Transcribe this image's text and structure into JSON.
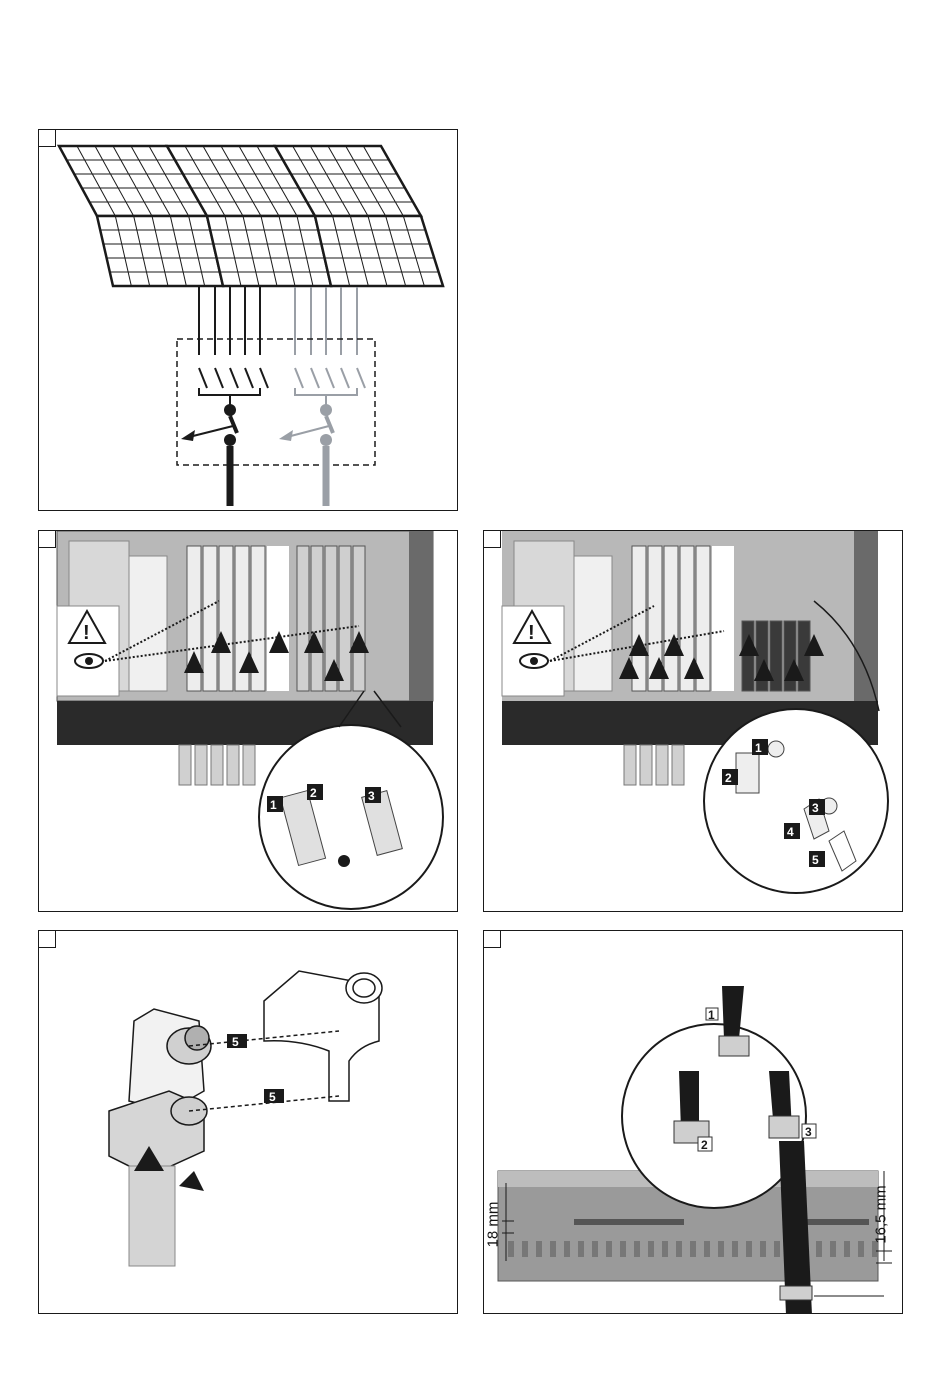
{
  "panels": [
    {
      "id": "solar-array-schematic"
    },
    {
      "id": "fuse-holder-photo-left"
    },
    {
      "id": "fuse-holder-photo-right"
    },
    {
      "id": "terminal-clamp-detail"
    },
    {
      "id": "cable-tie-mounting"
    }
  ],
  "callout_numbers": {
    "panel2": [
      "1",
      "2",
      "3"
    ],
    "panel3": [
      "1",
      "2",
      "3",
      "4",
      "5"
    ],
    "panel4": [
      "5",
      "5"
    ],
    "panel5": [
      "1",
      "2",
      "3"
    ]
  },
  "dimensions": {
    "left_height": "18 mm",
    "right_height": "16,5 mm"
  },
  "colors": {
    "line": "#1a1a1a",
    "grey_string": "#9a9fa6",
    "enclosure": "#8a8a8a",
    "base": "#2a2a2a"
  }
}
